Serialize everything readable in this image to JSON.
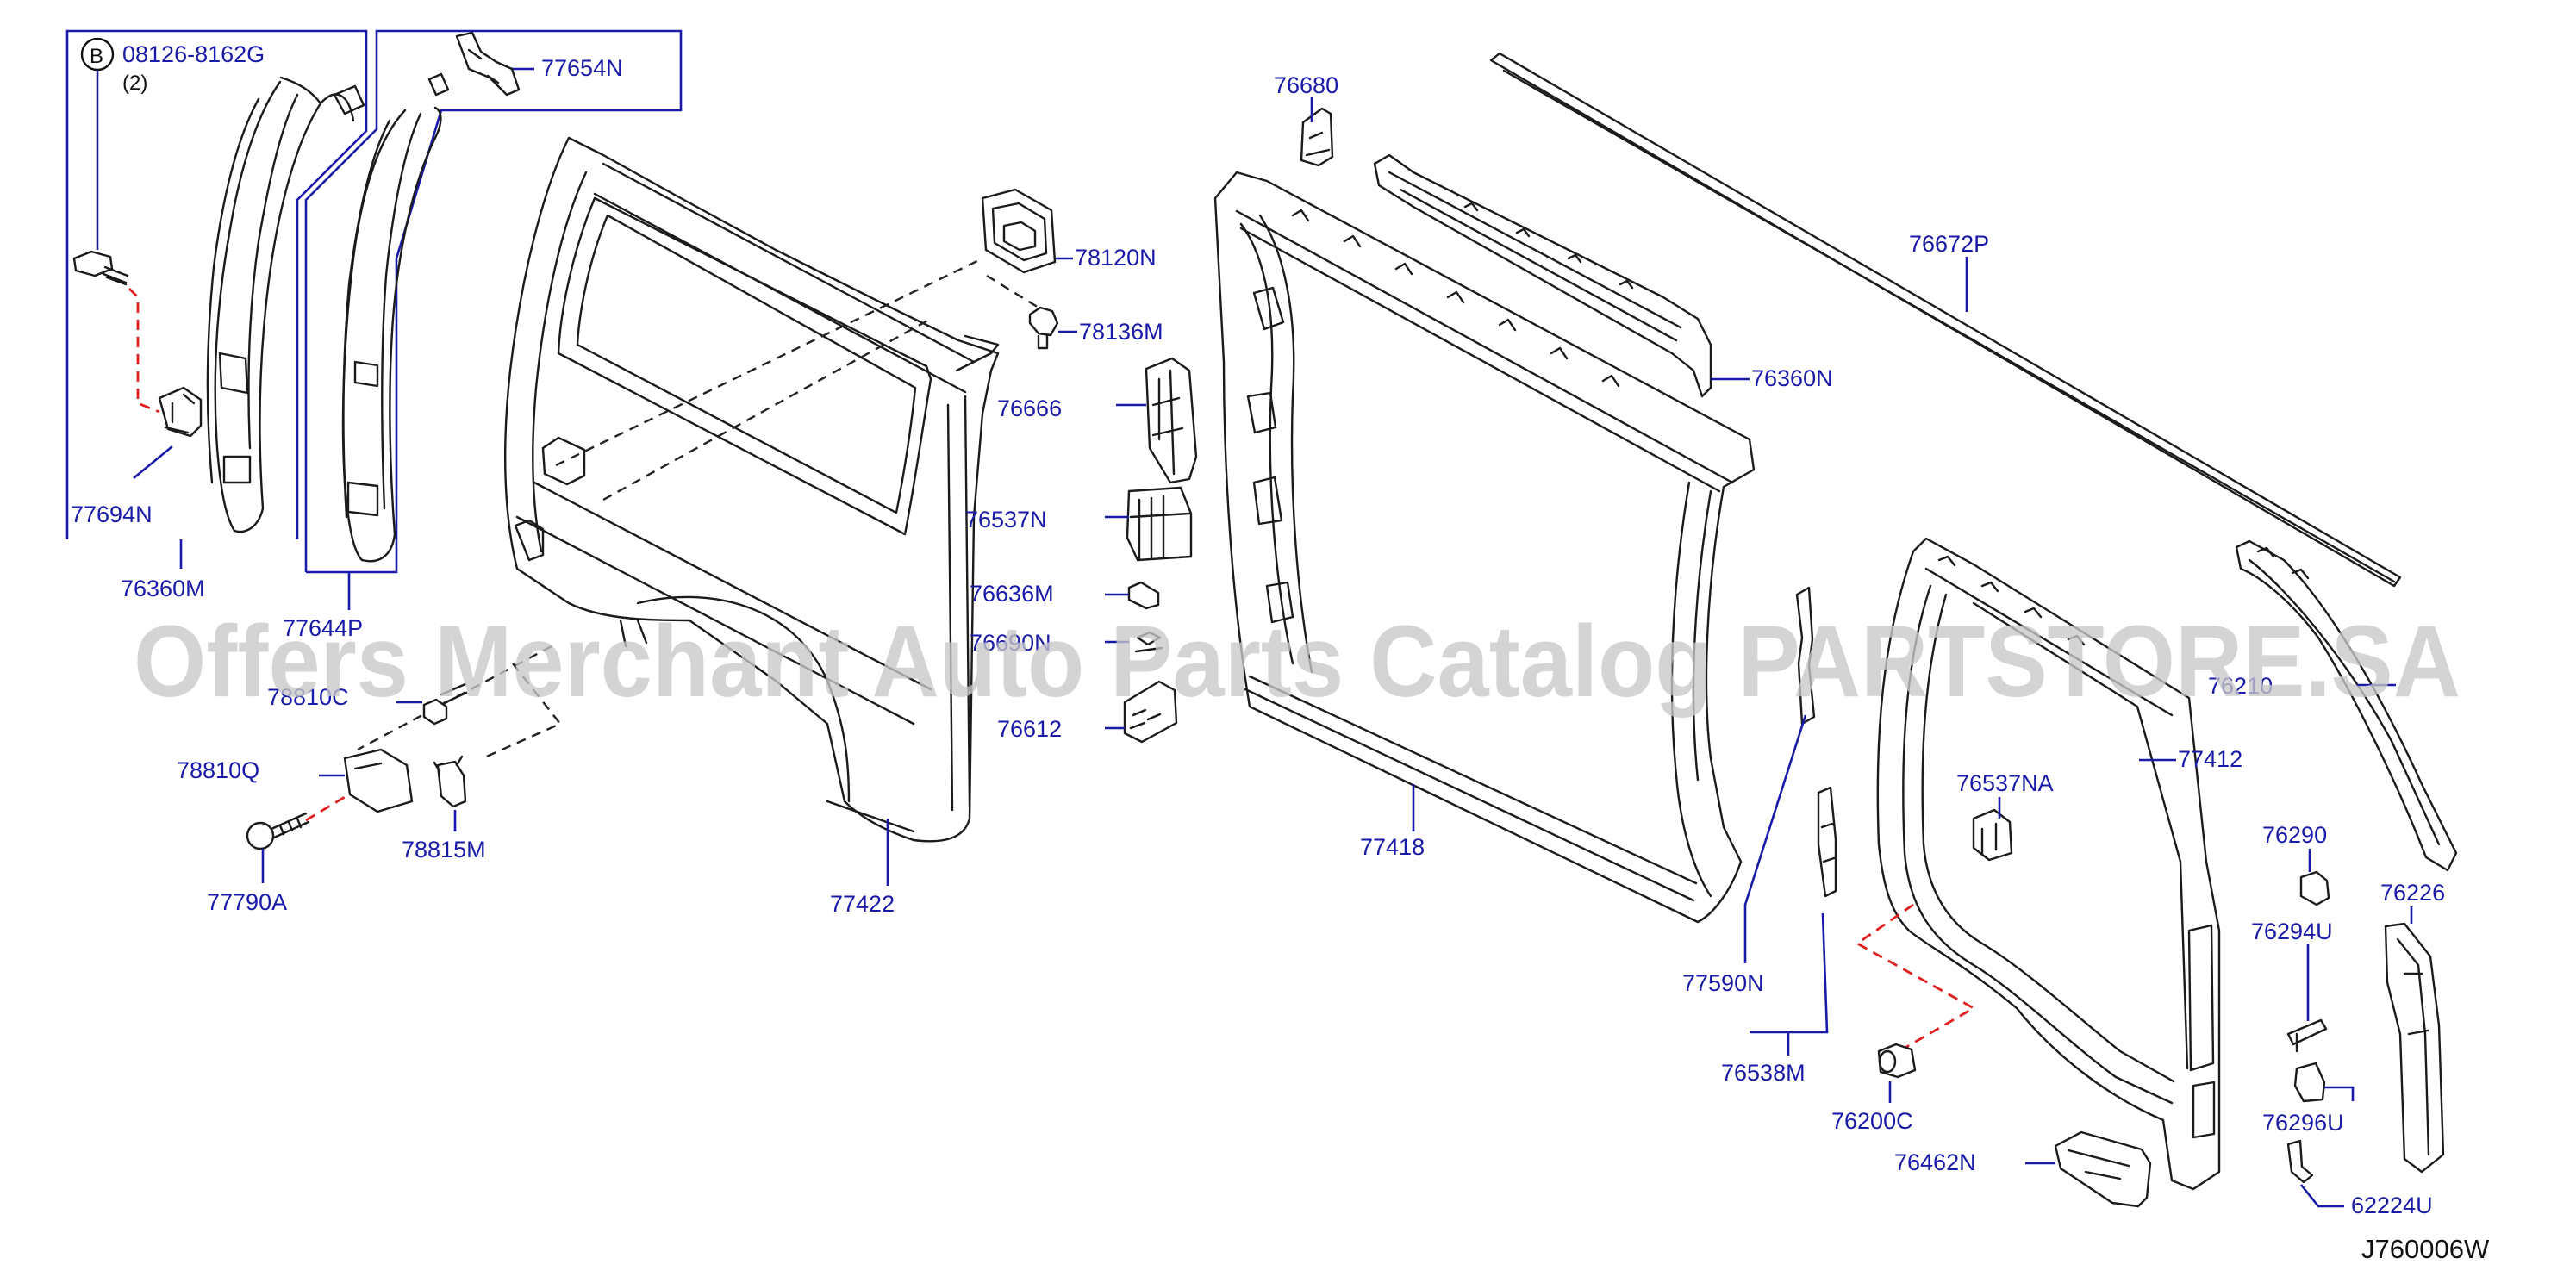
{
  "diagram": {
    "diagram_id": "J760006W",
    "watermark": "Offers Merchant Auto Parts Catalog PARTSTORE.SA",
    "bolt_marker": "B",
    "bolt_part": "08126-8162G",
    "bolt_qty": "(2)",
    "parts": {
      "p77654N": "77654N",
      "p77694N": "77694N",
      "p76360M": "76360M",
      "p77644P": "77644P",
      "p78810C": "78810C",
      "p78810Q": "78810Q",
      "p78815M": "78815M",
      "p77790A": "77790A",
      "p77422": "77422",
      "p78120N": "78120N",
      "p78136M": "78136M",
      "p76666": "76666",
      "p76537N": "76537N",
      "p76636M": "76636M",
      "p76690N": "76690N",
      "p76612": "76612",
      "p76680": "76680",
      "p76360N": "76360N",
      "p76672P": "76672P",
      "p77418": "77418",
      "p77590N": "77590N",
      "p76538M": "76538M",
      "p76537NA": "76537NA",
      "p77412": "77412",
      "p76210": "76210",
      "p76290": "76290",
      "p76294U": "76294U",
      "p76226": "76226",
      "p76296U": "76296U",
      "p62224U": "62224U",
      "p76200C": "76200C",
      "p76462N": "76462N"
    }
  }
}
